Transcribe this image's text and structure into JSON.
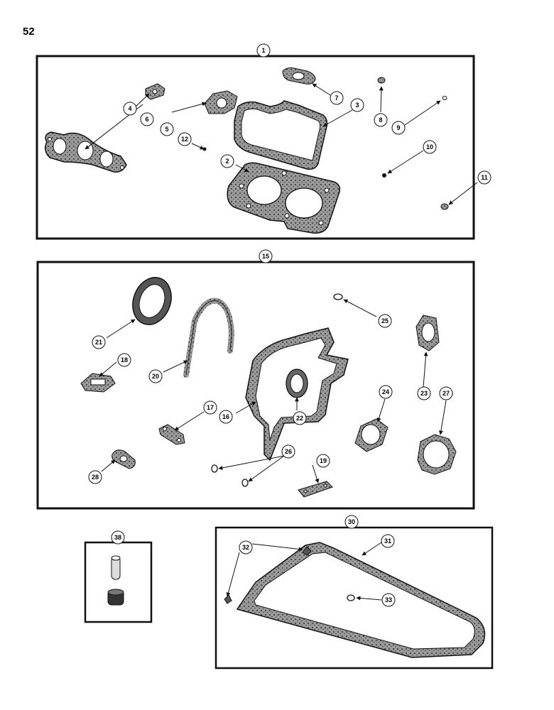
{
  "page_number": "52",
  "callouts": [
    "1",
    "2",
    "3",
    "4",
    "5",
    "6",
    "7",
    "8",
    "9",
    "10",
    "11",
    "12",
    "15",
    "16",
    "17",
    "18",
    "19",
    "20",
    "21",
    "22",
    "23",
    "24",
    "25",
    "26",
    "27",
    "28",
    "30",
    "31",
    "32",
    "33",
    "38"
  ],
  "colors": {
    "ink": "#111111",
    "gasket_fill": "#8a8a8a",
    "paper": "#ffffff"
  }
}
